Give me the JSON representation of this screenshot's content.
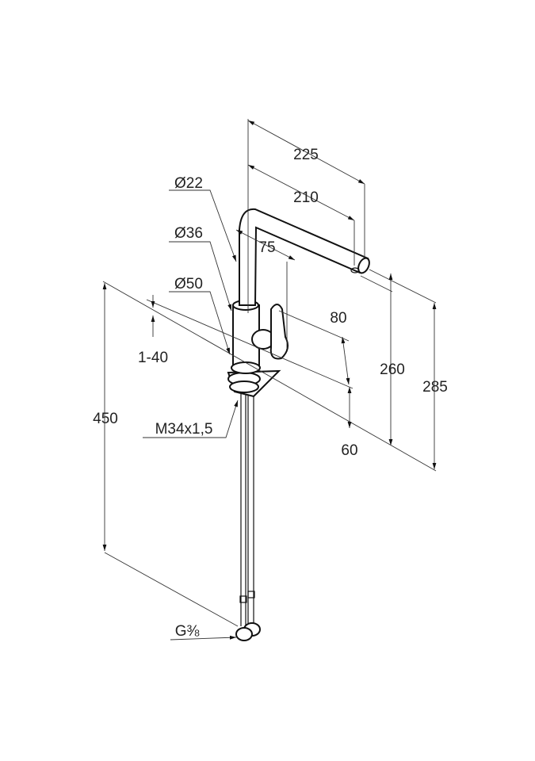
{
  "drawing": {
    "diameters": {
      "d22": "Ø22",
      "d36": "Ø36",
      "d50": "Ø50"
    },
    "dimensions": {
      "reach_outer": "225",
      "reach_inner": "210",
      "spout_offset": "75",
      "lever_height": "80",
      "base_height": "60",
      "spout_height": "260",
      "total_height": "285",
      "hose_length": "450",
      "counter_thickness": "1-40"
    },
    "thread": "M34x1,5",
    "connection": "G⅜"
  },
  "colors": {
    "line": "#111111",
    "background": "#ffffff"
  }
}
